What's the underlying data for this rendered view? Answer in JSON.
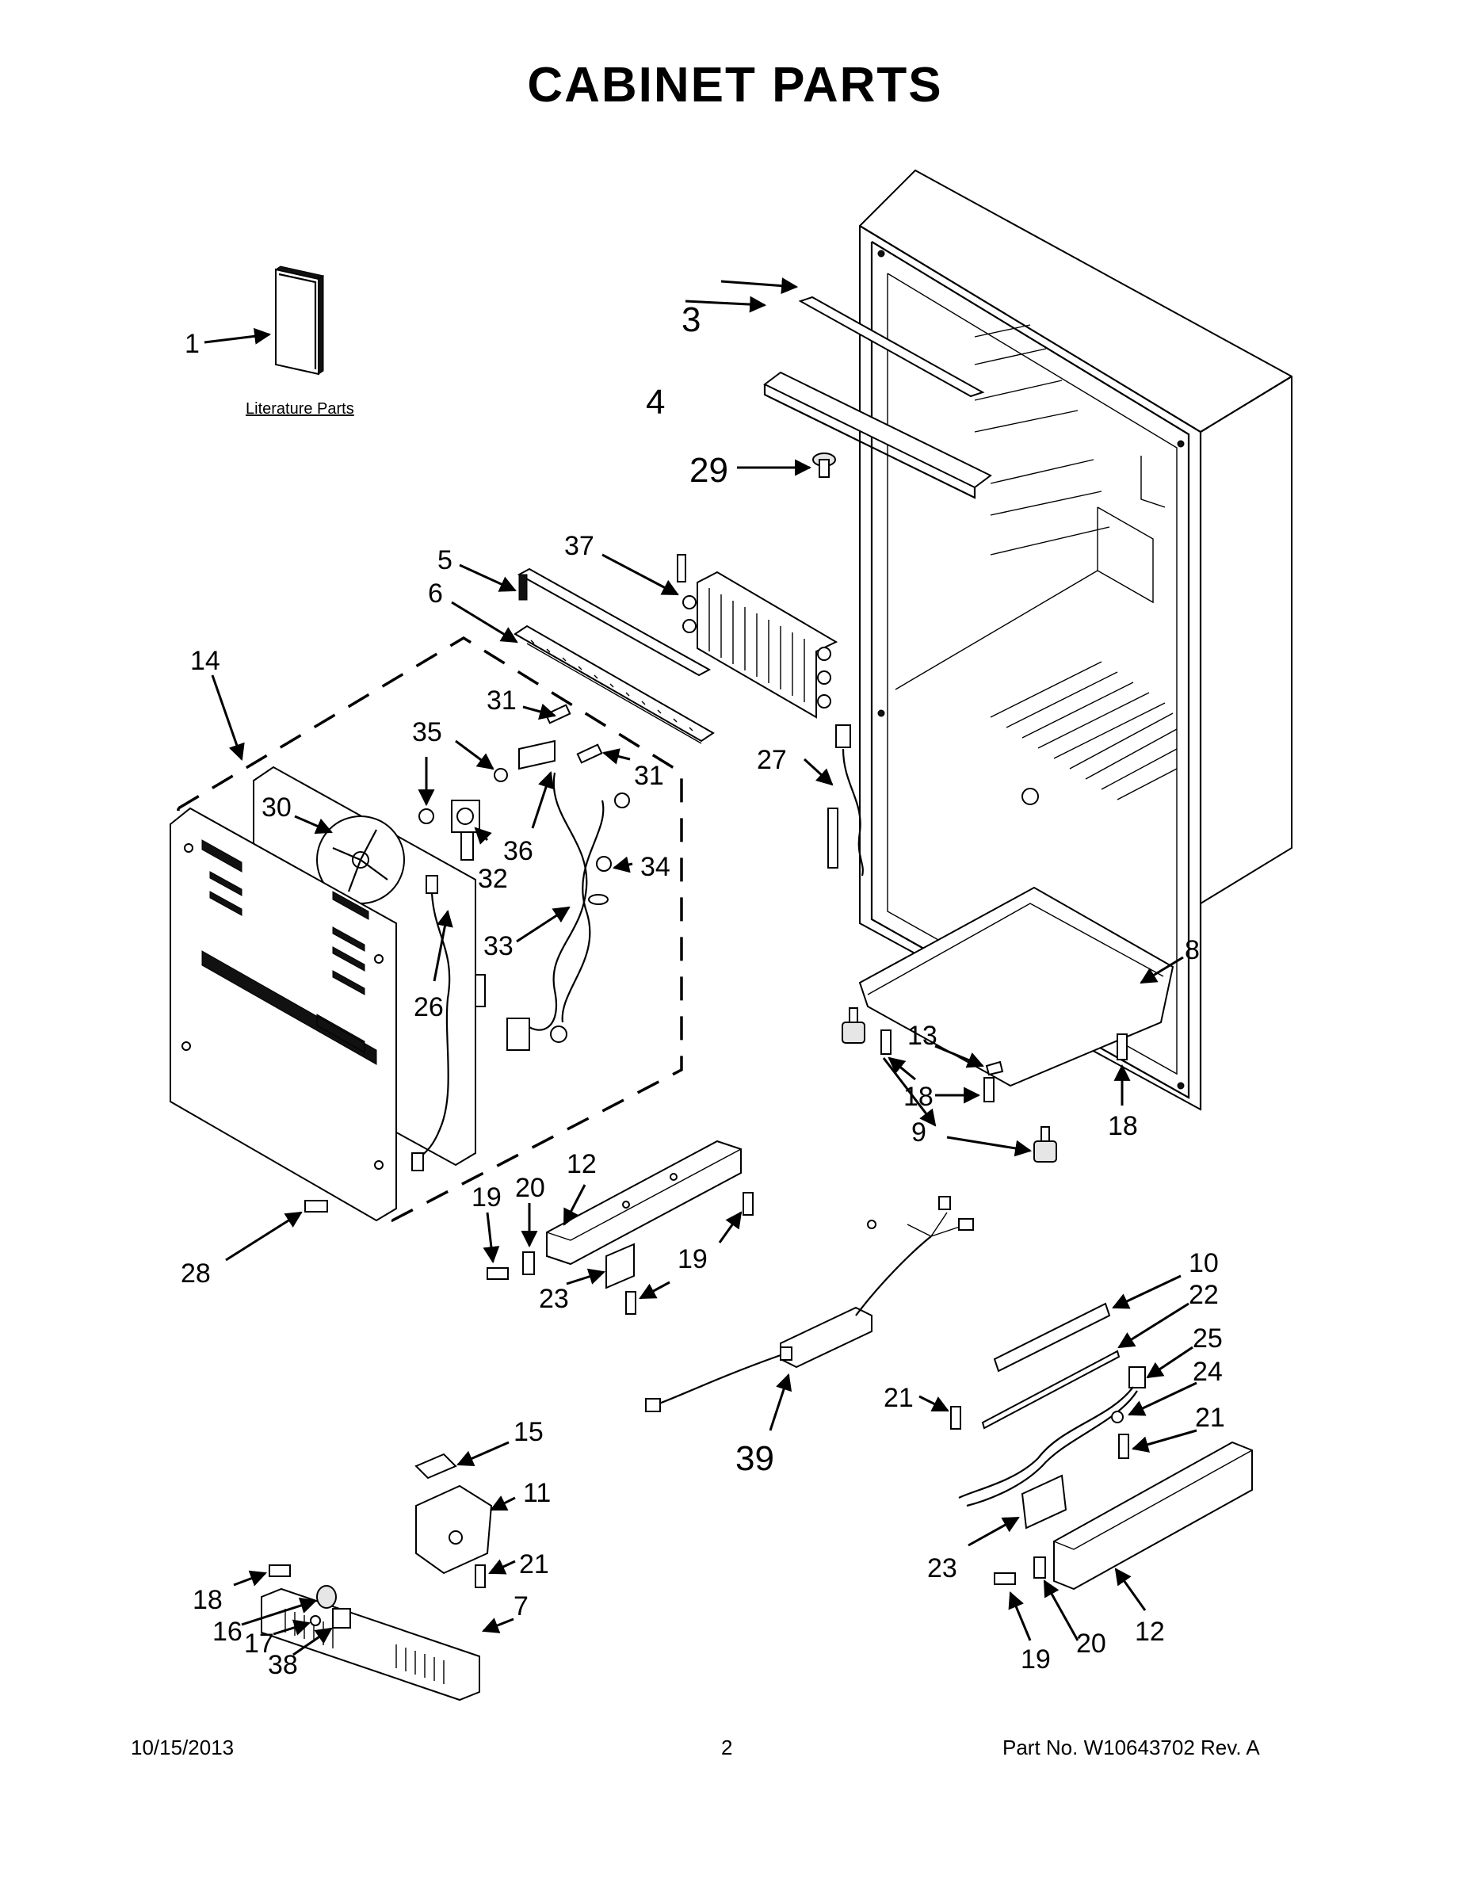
{
  "title": "CABINET PARTS",
  "literature_label": "Literature Parts",
  "callouts": {
    "c1": "1",
    "c3": "3",
    "c4": "4",
    "c29": "29",
    "c5": "5",
    "c37": "37",
    "c6": "6",
    "c14": "14",
    "c31a": "31",
    "c31b": "31",
    "c35": "35",
    "c30": "30",
    "c36": "36",
    "c32": "32",
    "c27": "27",
    "c34": "34",
    "c33": "33",
    "c26": "26",
    "c8": "8",
    "c13": "13",
    "c18a": "18",
    "c18b": "18",
    "c9": "9",
    "c12a": "12",
    "c20a": "20",
    "c19a": "19",
    "c19b": "19",
    "c28": "28",
    "c23a": "23",
    "c10": "10",
    "c22": "22",
    "c25": "25",
    "c24": "24",
    "c21a": "21",
    "c21b": "21",
    "c39": "39",
    "c15": "15",
    "c11": "11",
    "c21c": "21",
    "c18c": "18",
    "c16": "16",
    "c17": "17",
    "c38": "38",
    "c7": "7",
    "c23b": "23",
    "c19c": "19",
    "c20b": "20",
    "c12b": "12"
  },
  "footer": {
    "date": "10/15/2013",
    "page": "2",
    "part_no": "Part No.  W10643702  Rev.  A"
  }
}
